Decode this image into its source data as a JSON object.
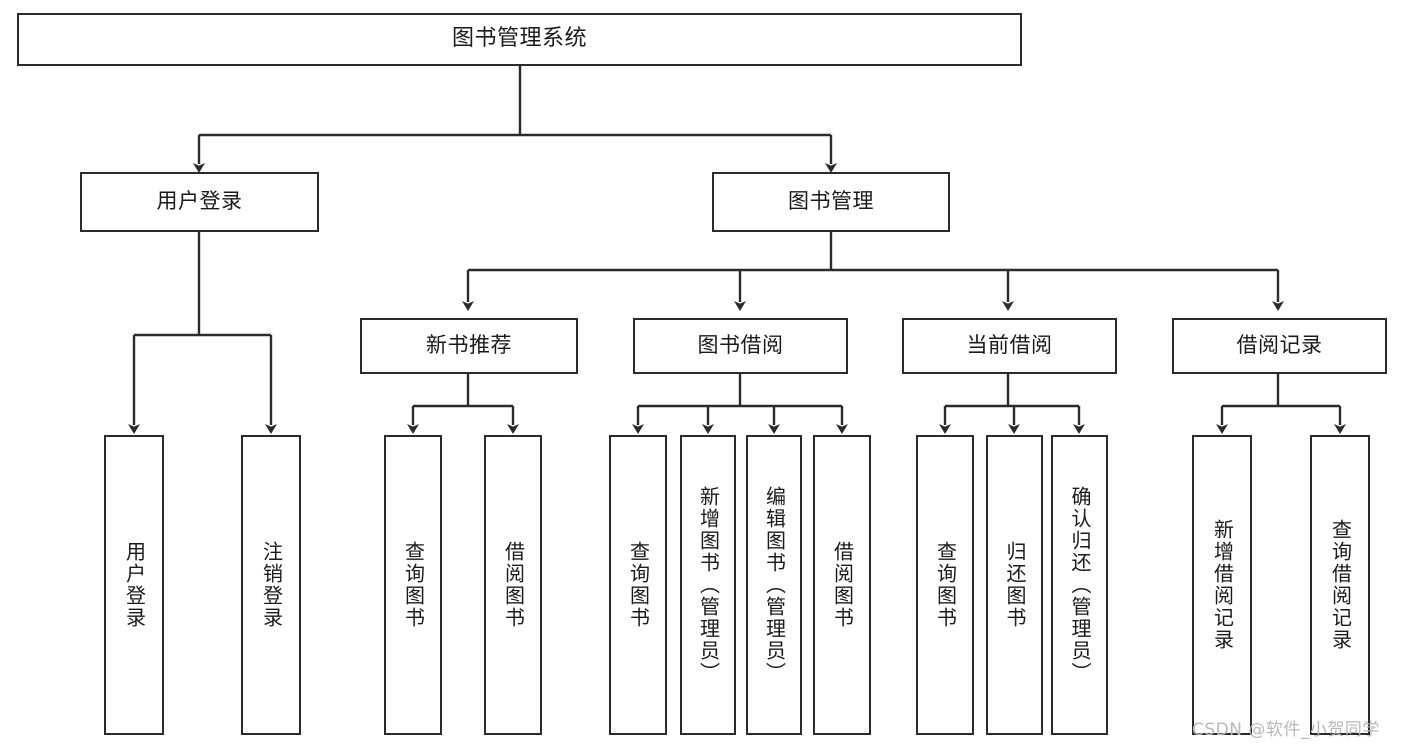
{
  "diagram": {
    "title": "图书管理系统",
    "type": "tree-hierarchy",
    "root": {
      "id": "root",
      "label": "图书管理系统"
    },
    "level2": [
      {
        "id": "user-login",
        "label": "用户登录"
      },
      {
        "id": "book-manage",
        "label": "图书管理"
      }
    ],
    "level3": [
      {
        "id": "new-book-rec",
        "label": "新书推荐",
        "parent": "book-manage"
      },
      {
        "id": "book-borrow",
        "label": "图书借阅",
        "parent": "book-manage"
      },
      {
        "id": "current-borrow",
        "label": "当前借阅",
        "parent": "book-manage"
      },
      {
        "id": "borrow-record",
        "label": "借阅记录",
        "parent": "book-manage"
      }
    ],
    "leaves": [
      {
        "id": "leaf-user-login",
        "label": "用户登录",
        "parent": "user-login"
      },
      {
        "id": "leaf-logout-login",
        "label": "注销登录",
        "parent": "user-login"
      },
      {
        "id": "leaf-query-book-1",
        "label": "查询图书",
        "parent": "new-book-rec"
      },
      {
        "id": "leaf-borrow-book-1",
        "label": "借阅图书",
        "parent": "new-book-rec"
      },
      {
        "id": "leaf-query-book-2",
        "label": "查询图书",
        "parent": "book-borrow"
      },
      {
        "id": "leaf-add-book",
        "label": "新增图书（管理员）",
        "parent": "book-borrow"
      },
      {
        "id": "leaf-edit-book",
        "label": "编辑图书（管理员）",
        "parent": "book-borrow"
      },
      {
        "id": "leaf-borrow-book-2",
        "label": "借阅图书",
        "parent": "book-borrow"
      },
      {
        "id": "leaf-query-book-3",
        "label": "查询图书",
        "parent": "current-borrow"
      },
      {
        "id": "leaf-return-book",
        "label": "归还图书",
        "parent": "current-borrow"
      },
      {
        "id": "leaf-confirm-return",
        "label": "确认归还（管理员）",
        "parent": "current-borrow"
      },
      {
        "id": "leaf-add-record",
        "label": "新增借阅记录",
        "parent": "borrow-record"
      },
      {
        "id": "leaf-query-record",
        "label": "查询借阅记录",
        "parent": "borrow-record"
      }
    ]
  },
  "watermark": {
    "text": "CSDN @软件_小贺同学"
  },
  "colors": {
    "background": "#ffffff",
    "node_border": "#2b2b2b",
    "node_fill": "#ffffff",
    "text": "#1a1a1a",
    "connector": "#2b2b2b",
    "watermark": "#b8b8b8"
  }
}
